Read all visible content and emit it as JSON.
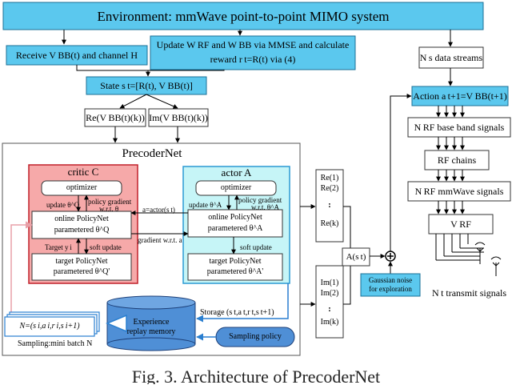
{
  "title": "Environment: mmWave point-to-point MIMO system",
  "receive": "Receive V BB(t) and channel H",
  "update_reward": [
    "Update W RF and W BB via MMSE and calculate",
    "reward r t=R(t) via (4)"
  ],
  "state": "State s t=[R(t), V BB(t)]",
  "re_box": "Re(V BB(t)(k))",
  "im_box": "Im(V BB(t)(k))",
  "precodernet": "PrecoderNet",
  "critic": {
    "title": "critic C",
    "optimizer": "optimizer",
    "update": "update θ^Q",
    "policy_gradient": "policy gradient",
    "wrt": "w.r.t. θ",
    "online_line1": "online PolicyNet",
    "online_line2": "parametered θ^Q",
    "target_yi": "Target y i",
    "soft_update": "soft update",
    "target_line1": "target PolicyNet",
    "target_line2": "parametered θ^Q'"
  },
  "actor": {
    "title": "actor A",
    "optimizer": "optimizer",
    "update": "update θ^A",
    "policy_gradient": "policy gradient",
    "wrt": "w.r.t. θ^A",
    "online_line1": "online PolicyNet",
    "online_line2": "parametered θ^A",
    "soft_update": "soft update",
    "target_line1": "target PolicyNet",
    "target_line2": "parametered θ^A'"
  },
  "a_actor": "a=actor(s t)",
  "gradient_wrt_a": "gradient w.r.t. a",
  "re_outputs": [
    "Re(1)",
    "Re(2)",
    ":",
    "Re(k)"
  ],
  "im_outputs": [
    "Im(1)",
    "Im(2)",
    ":",
    "Im(k)"
  ],
  "a_st": "A(s t)",
  "gaussian": [
    "Gaussian noise",
    "for exploration"
  ],
  "storage": "Storage (s t,a t,r t,s t+1)",
  "replay": [
    "Experience",
    "replay memory"
  ],
  "sampling_policy": "Sampling policy",
  "minibatch": "N=(s i,a i,r i,s i+1)",
  "sampling_label": "Sampling:mini batch N",
  "ns_streams": "N s data streams",
  "action": "Action a t+1=V BB(t+1)",
  "nrf_baseband": "N RF base band signals",
  "rf_chains": "RF chains",
  "nrf_mmwave": "N RF mmWave signals",
  "vrf": "V RF",
  "nt_transmit": "N t transmit signals",
  "caption": "Fig. 3. Architecture of PrecoderNet",
  "colors": {
    "cyan": "#5bc8ee",
    "critic_fill": "#f6a9a9",
    "critic_border": "#c0202a",
    "actor_fill": "#c6f5f7",
    "actor_border": "#2a9ad3",
    "replay": "#4f8fd6",
    "sampling_policy": "#4f8fd6",
    "gaussian": "#5bc8ee"
  }
}
